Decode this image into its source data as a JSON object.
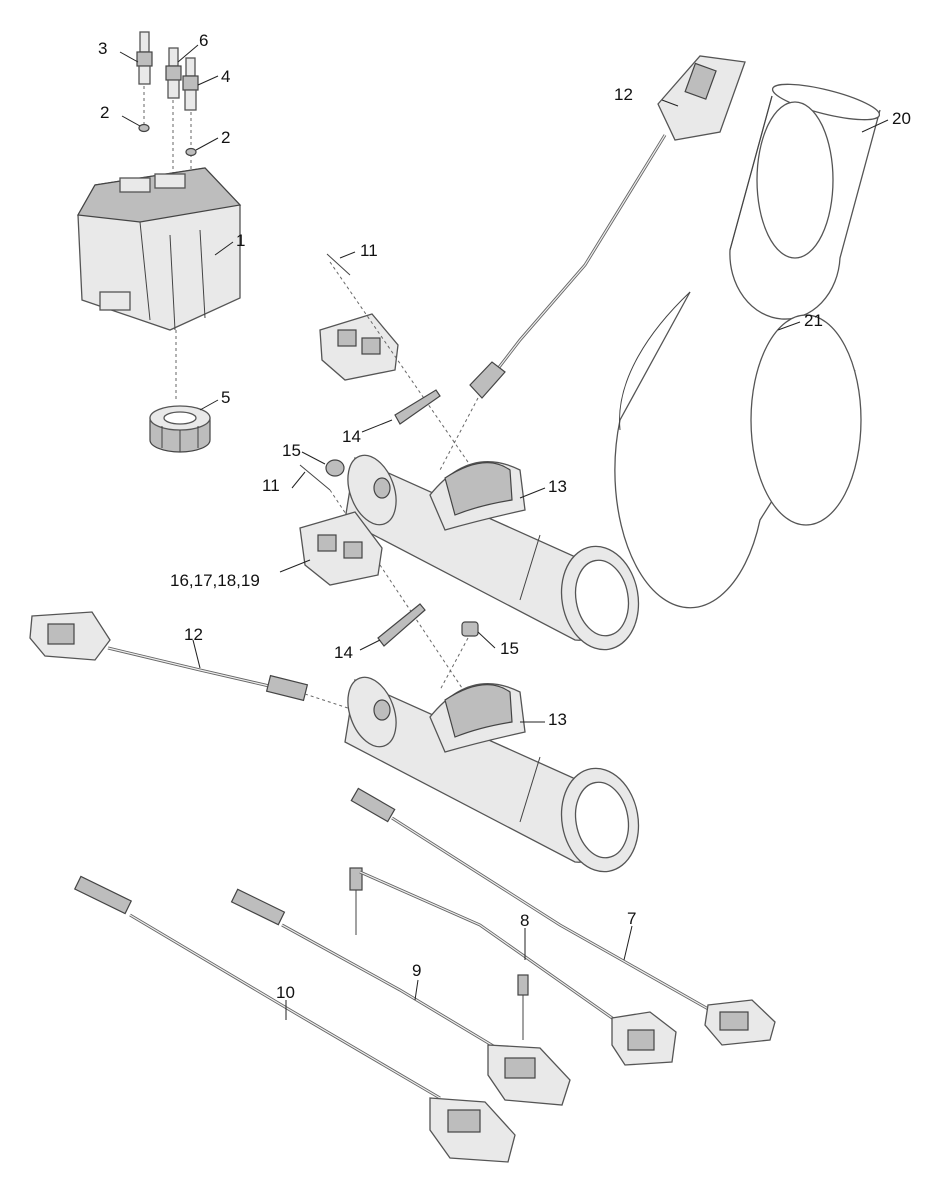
{
  "callouts": {
    "c1": "1",
    "c2a": "2",
    "c2b": "2",
    "c3": "3",
    "c4": "4",
    "c5": "5",
    "c6": "6",
    "c7": "7",
    "c8": "8",
    "c9": "9",
    "c10": "10",
    "c11a": "11",
    "c11b": "11",
    "c12a": "12",
    "c12b": "12",
    "c13a": "13",
    "c13b": "13",
    "c14a": "14",
    "c14b": "14",
    "c15a": "15",
    "c15b": "15",
    "c16": "16,17,18,19",
    "c20": "20",
    "c21": "21"
  }
}
